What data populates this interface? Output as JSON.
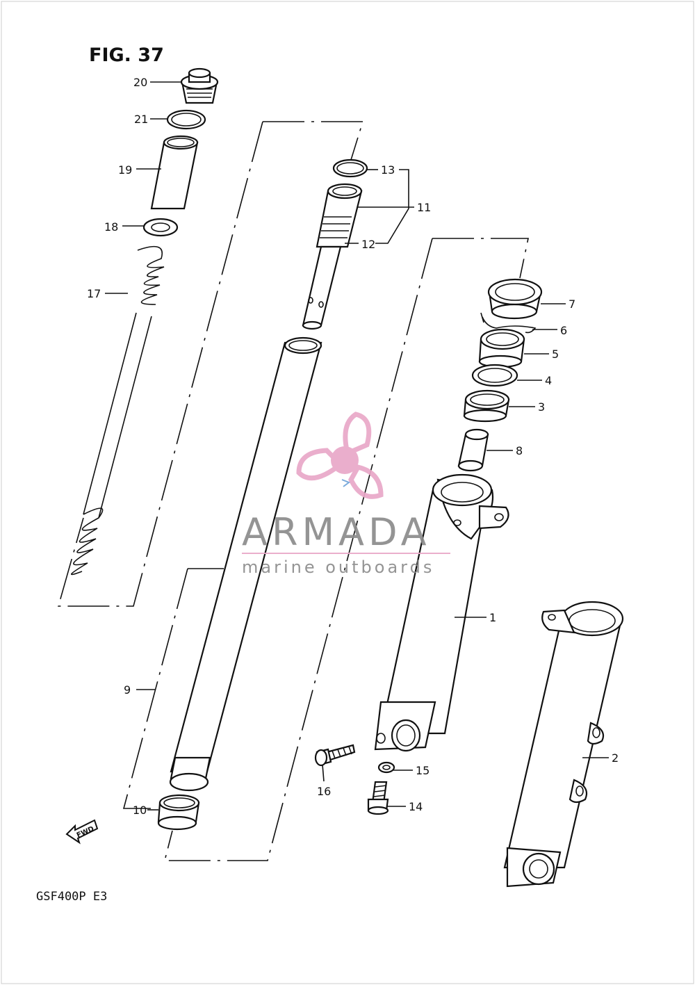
{
  "figure": {
    "title": "FIG. 37",
    "model_code": "GSF400P  E3",
    "fwd_label": "FWD"
  },
  "watermark": {
    "brand": "ARMADA",
    "tagline": "marine outboards",
    "colors": {
      "pink": "#e9a8c8",
      "gray": "#8c8c8c",
      "blue": "#6fa3d8"
    }
  },
  "callouts": {
    "c1": "1",
    "c2": "2",
    "c3": "3",
    "c4": "4",
    "c5": "5",
    "c6": "6",
    "c7": "7",
    "c8": "8",
    "c9": "9",
    "c10": "10",
    "c11": "11",
    "c12": "12",
    "c13": "13",
    "c14": "14",
    "c15": "15",
    "c16": "16",
    "c17": "17",
    "c18": "18",
    "c19": "19",
    "c20": "20",
    "c21": "21"
  }
}
